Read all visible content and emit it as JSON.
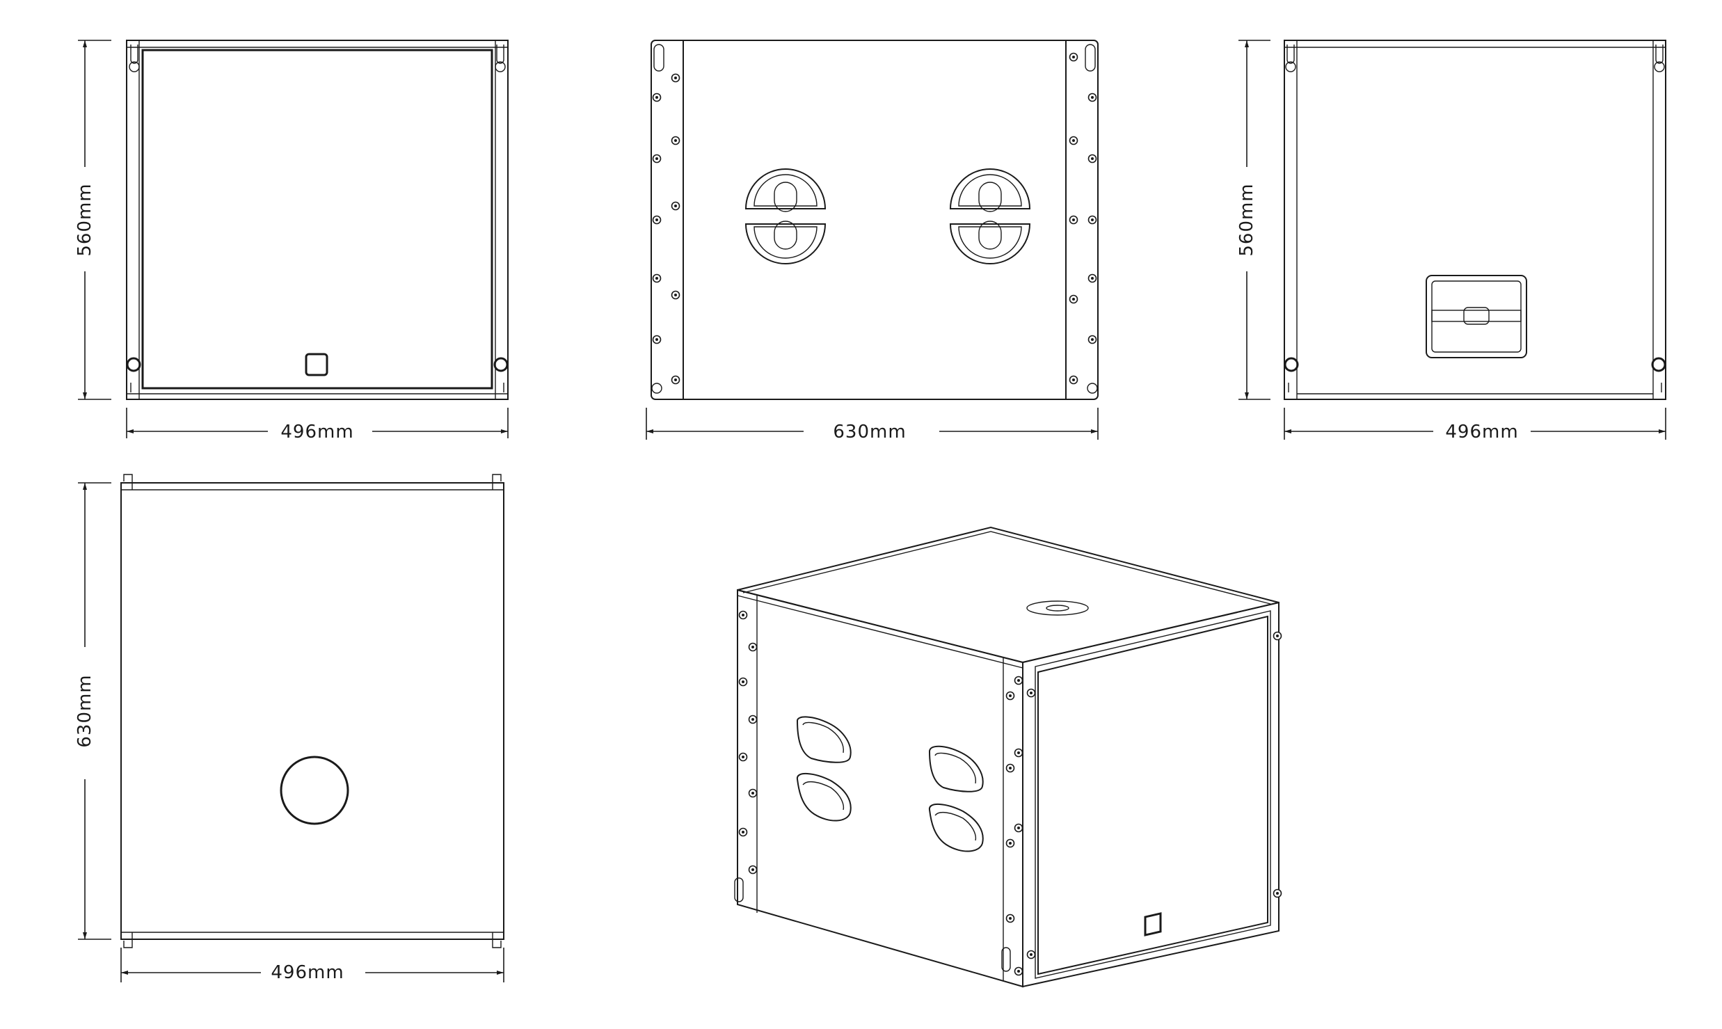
{
  "dimensions": {
    "front_width": "496mm",
    "front_height": "560mm",
    "side_width": "630mm",
    "rear_width": "496mm",
    "rear_height": "560mm",
    "top_width": "496mm",
    "top_depth": "630mm"
  },
  "colors": {
    "line": "#1a1a1a",
    "background": "#ffffff"
  }
}
